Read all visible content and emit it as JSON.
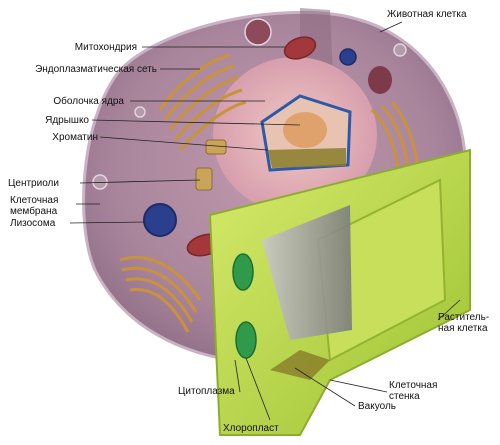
{
  "labels": {
    "animal_cell": "Животная клетка",
    "mitochondria": "Митохондрия",
    "er": "Эндоплазматическая сеть",
    "nuclear_envelope": "Оболочка ядра",
    "nucleolus": "Ядрышко",
    "chromatin": "Хроматин",
    "centrioles": "Центриоли",
    "cell_membrane_1": "Клеточная",
    "cell_membrane_2": "мембрана",
    "lysosome": "Лизосома",
    "plant_cell_1": "Раститель-",
    "plant_cell_2": "ная клетка",
    "cytoplasm": "Цитоплазма",
    "cell_wall_1": "Клеточная",
    "cell_wall_2": "стенка",
    "vacuole": "Вакуоль",
    "chloroplast": "Хлоропласт"
  },
  "colors": {
    "animal_cell_body": "#a9859c",
    "animal_cell_rim": "#c9b2c3",
    "nucleus": "#dba9b7",
    "nucleus_core": "#e9c3b2",
    "nuclear_envelope": "#2d5aa8",
    "er_golgi": "#c9933c",
    "lysosome": "#2b3f8f",
    "mitochondria": "#a2383c",
    "plant_cell_wall": "#b5d445",
    "chloroplast": "#2f9b4a",
    "vacuole": "#9a9a98"
  }
}
